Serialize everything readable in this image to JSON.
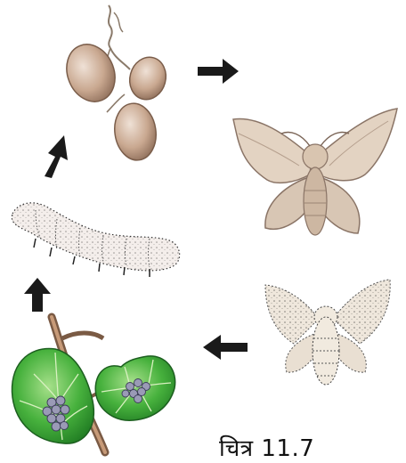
{
  "figure": {
    "caption": "चित्र 11.7"
  },
  "stages": [
    {
      "name": "cocoon",
      "icon": "cocoon-cluster-icon"
    },
    {
      "name": "moth",
      "icon": "brown-moth-icon"
    },
    {
      "name": "moth-laying-eggs",
      "icon": "spotted-moth-icon"
    },
    {
      "name": "eggs-on-leaves",
      "icon": "mulberry-leaves-eggs-icon"
    },
    {
      "name": "larva",
      "icon": "silkworm-icon"
    }
  ],
  "arrows": [
    {
      "from": "cocoon",
      "to": "moth",
      "direction": "right"
    },
    {
      "from": "moth-laying-eggs",
      "to": "eggs-on-leaves",
      "direction": "left"
    },
    {
      "from": "eggs-on-leaves",
      "to": "larva",
      "direction": "up"
    },
    {
      "from": "larva",
      "to": "cocoon",
      "direction": "up-right"
    }
  ],
  "colors": {
    "arrow": "#1a1a1a",
    "cocoon": "#c9a890",
    "moth": "#d9c7b3",
    "leaf": "#3fa73a",
    "eggs": "#8a8aa8"
  }
}
